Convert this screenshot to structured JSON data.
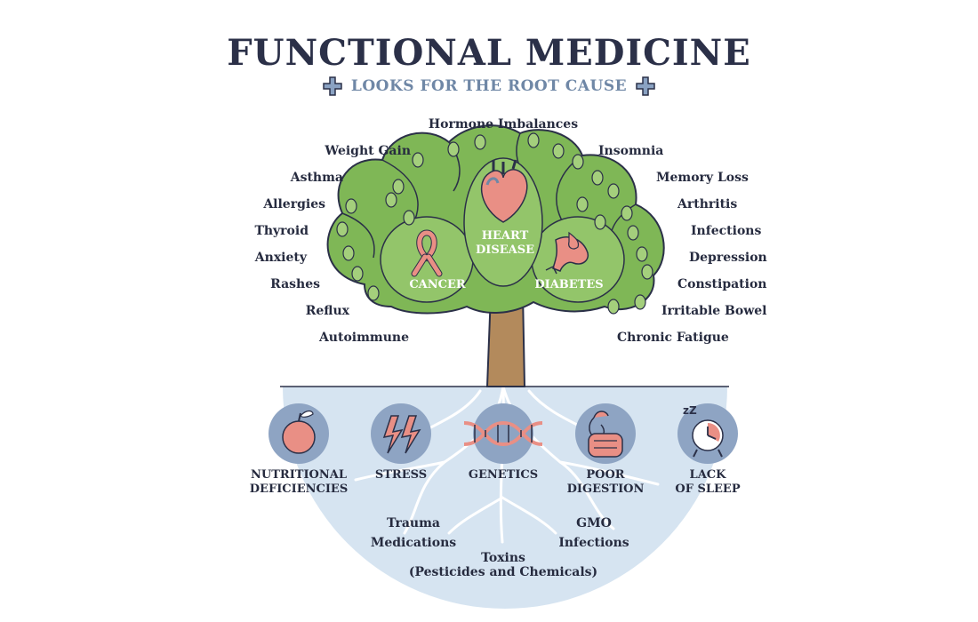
{
  "header": {
    "title": "FUNCTIONAL MEDICINE",
    "subtitle": "LOOKS FOR THE ROOT CAUSE"
  },
  "tree": {
    "canopy_labels": [
      "HEART DISEASE",
      "CANCER",
      "DIABETES"
    ],
    "left_symptoms": [
      "Weight Gain",
      "Asthma",
      "Allergies",
      "Thyroid",
      "Anxiety",
      "Rashes",
      "Reflux",
      "Autoimmune"
    ],
    "top_symptom": "Hormone Imbalances",
    "right_symptoms": [
      "Insomnia",
      "Memory Loss",
      "Arthritis",
      "Infections",
      "Depression",
      "Constipation",
      "Irritable Bowel",
      "Chronic Fatigue"
    ]
  },
  "roots": {
    "causes": [
      {
        "line1": "NUTRITIONAL",
        "line2": "DEFICIENCIES",
        "icon": "apple-icon"
      },
      {
        "line1": "STRESS",
        "line2": "",
        "icon": "lightning-icon"
      },
      {
        "line1": "GENETICS",
        "line2": "",
        "icon": "dna-icon"
      },
      {
        "line1": "POOR",
        "line2": "DIGESTION",
        "icon": "intestine-icon"
      },
      {
        "line1": "LACK",
        "line2": "OF SLEEP",
        "icon": "alarm-clock-icon"
      }
    ],
    "factors_left": [
      "Trauma",
      "Medications"
    ],
    "factors_right": [
      "GMO",
      "Infections"
    ],
    "factors_bottom": [
      "Toxins",
      "(Pesticides and Chemicals)"
    ]
  },
  "colors": {
    "title": "#2b3048",
    "subtitle": "#6f87a6",
    "canopy": "#7fb756",
    "leaf": "#a4cf7c",
    "trunk": "#b38a5c",
    "soil": "#d6e4f1",
    "icon_circle": "#8ea4c3",
    "icon_fill": "#e98f85"
  }
}
